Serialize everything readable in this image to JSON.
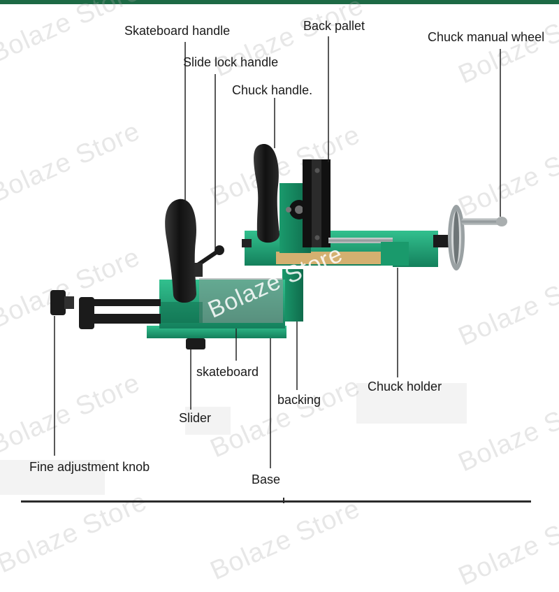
{
  "labels": {
    "skateboard_handle": "Skateboard handle",
    "back_pallet": "Back pallet",
    "chuck_manual_wheel": "Chuck manual wheel",
    "slide_lock_handle": "Slide lock handle",
    "chuck_handle": "Chuck handle.",
    "skateboard": "skateboard",
    "chuck_holder": "Chuck holder",
    "backing": "backing",
    "slider": "Slider",
    "fine_adjustment_knob": "Fine adjustment knob",
    "base": "Base"
  },
  "watermark": {
    "text": "Bolaze Store"
  },
  "colors": {
    "machine_green": "#1fa579",
    "machine_green_dark": "#14805c",
    "handle_black": "#1b1b1b",
    "steel": "#9aa1a3",
    "brand_bar": "#1d6a45"
  }
}
